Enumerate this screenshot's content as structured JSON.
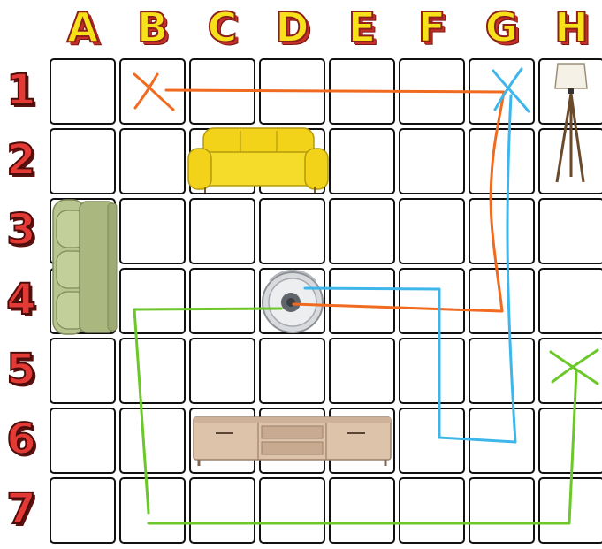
{
  "columns": [
    "A",
    "B",
    "C",
    "D",
    "E",
    "F",
    "G",
    "H"
  ],
  "rows": [
    "1",
    "2",
    "3",
    "4",
    "5",
    "6",
    "7"
  ],
  "colors": {
    "column_label_fill": "#f6e11b",
    "row_label_fill": "#e43a36",
    "path_orange": "#f06a1f",
    "path_blue": "#3fb6ea",
    "path_green": "#6cc82a",
    "sofa_yellow": "#f2d31a",
    "sofa_green": "#b9c58e",
    "tv_stand": "#dcc3aa"
  },
  "objects": [
    {
      "name": "yellow-sofa",
      "icon": "sofa-icon",
      "cells": "C2-D2"
    },
    {
      "name": "green-sofa",
      "icon": "sofa-icon",
      "cells": "A3-A4"
    },
    {
      "name": "floor-lamp",
      "icon": "floor-lamp-icon",
      "cells": "H1-H2"
    },
    {
      "name": "robot-vacuum",
      "icon": "robot-vacuum-icon",
      "cells": "D4"
    },
    {
      "name": "tv-stand",
      "icon": "tv-stand-icon",
      "cells": "C6-E6"
    }
  ],
  "paths": [
    {
      "color": "orange",
      "route": [
        "D4",
        "G4",
        "G1",
        "B1"
      ],
      "end_mark": "x at B1"
    },
    {
      "color": "blue",
      "route": [
        "D4",
        "F4",
        "F6",
        "G6",
        "G1"
      ],
      "end_mark": "x at G1"
    },
    {
      "color": "green",
      "route": [
        "D4",
        "B4",
        "B7",
        "H7",
        "H5"
      ],
      "end_mark": "x at H5"
    }
  ]
}
